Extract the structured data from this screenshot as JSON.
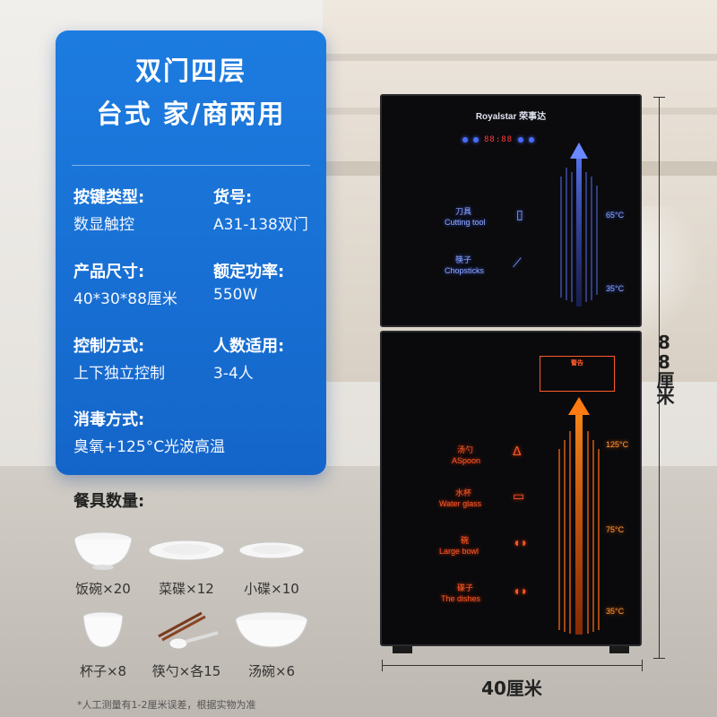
{
  "panel": {
    "title_line1": "双门四层",
    "title_line2": "台式  家/商两用",
    "specs": [
      {
        "key": "按键类型:",
        "value": "数显触控"
      },
      {
        "key": "货号:",
        "value": "A31-138双门"
      },
      {
        "key": "产品尺寸:",
        "value": "40*30*88厘米"
      },
      {
        "key": "额定功率:",
        "value": "550W"
      },
      {
        "key": "控制方式:",
        "value": "上下独立控制"
      },
      {
        "key": "人数适用:",
        "value": "3-4人"
      },
      {
        "key": "消毒方式:",
        "value": "臭氧+125°C光波高温"
      }
    ]
  },
  "tableware": {
    "title": "餐具数量:",
    "items": [
      {
        "label": "饭碗×20",
        "icon": "rice-bowl-icon"
      },
      {
        "label": "菜碟×12",
        "icon": "dish-plate-icon"
      },
      {
        "label": "小碟×10",
        "icon": "small-plate-icon"
      },
      {
        "label": "杯子×8",
        "icon": "cup-icon"
      },
      {
        "label": "筷勺×各15",
        "icon": "chopsticks-spoon-icon"
      },
      {
        "label": "汤碗×6",
        "icon": "soup-bowl-icon"
      }
    ]
  },
  "footnote": "*人工测量有1-2厘米误差，根据实物为准",
  "cabinet": {
    "brand": "Royalstar 荣事达",
    "display": "88:88",
    "top_labels": [
      {
        "cn": "刀具",
        "en": "Cutting tool"
      },
      {
        "cn": "筷子",
        "en": "Chopsticks"
      }
    ],
    "top_temps": [
      "65°C",
      "35°C"
    ],
    "warning_title": "警告",
    "bottom_labels": [
      {
        "cn": "汤勺",
        "en": "ASpoon"
      },
      {
        "cn": "水杯",
        "en": "Water glass"
      },
      {
        "cn": "碗",
        "en": "Large bowl"
      },
      {
        "cn": "碟子",
        "en": "The dishes"
      }
    ],
    "bottom_temps": [
      "125°C",
      "75°C",
      "35°C"
    ]
  },
  "dimensions": {
    "height": "88厘米",
    "width": "40厘米"
  },
  "colors": {
    "panel_blue": "#1a72d8",
    "glow_orange": "#ff7a1a",
    "glow_blue": "#4466ff"
  }
}
